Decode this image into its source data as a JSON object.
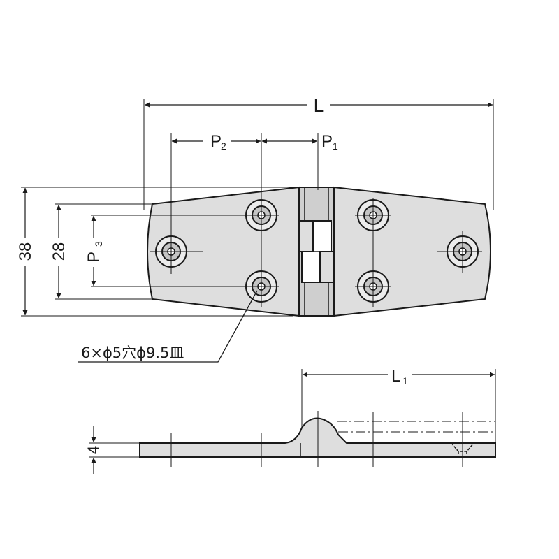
{
  "labels": {
    "L": "L",
    "P2": "P",
    "P2_sub": "2",
    "P1": "P",
    "P1_sub": "1",
    "P3": "P",
    "P3_sub": "3",
    "L1": "L",
    "L1_sub": "1",
    "dim_38": "38",
    "dim_28": "28",
    "dim_4": "4",
    "hole_note": "6×ϕ5穴ϕ9.5皿"
  },
  "colors": {
    "line": "#1a1a1a",
    "fill": "#dedede",
    "fill_dark": "#c4c4c4",
    "background": "#ffffff"
  }
}
